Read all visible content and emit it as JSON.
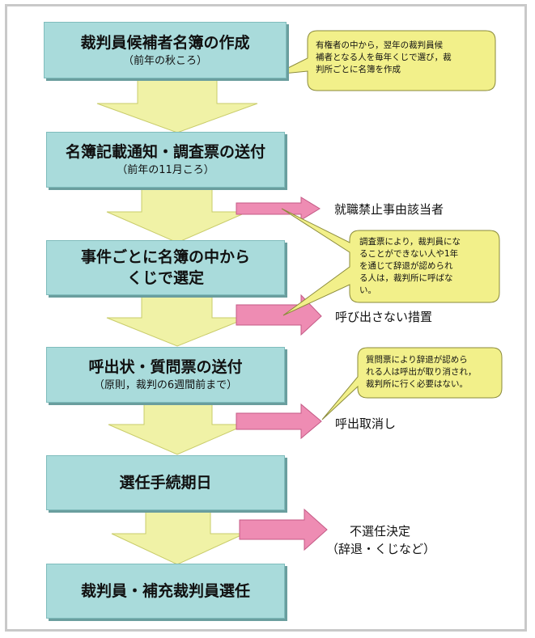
{
  "steps": [
    {
      "title": "裁判員候補者名簿の作成",
      "sub": "（前年の秋ころ）"
    },
    {
      "title": "名簿記載通知・調査票の送付",
      "sub": "（前年の11月ころ）"
    },
    {
      "title": "事件ごとに名簿の中から",
      "title2": "くじで選定"
    },
    {
      "title": "呼出状・質問票の送付",
      "sub": "（原則，裁判の6週間前まで）"
    },
    {
      "title": "選任手続期日"
    },
    {
      "title": "裁判員・補充裁判員選任"
    }
  ],
  "notes": {
    "note1": [
      "有権者の中から，翌年の裁判員候",
      "補者となる人を毎年くじで選び，裁",
      "判所ごとに名簿を作成"
    ],
    "note2": [
      "調査票により，裁判員にな",
      "ることができない人や1年",
      "を通じて辞退が認められ",
      "る人は，裁判所に呼ばな",
      "い。"
    ],
    "note3": [
      "質問票により辞退が認めら",
      "れる人は呼出が取り消され，",
      "裁判所に行く必要はない。"
    ]
  },
  "outcomes": {
    "o1": "就職禁止事由該当者",
    "o2": "呼び出さない措置",
    "o3": "呼出取消し",
    "o4a": "不選任決定",
    "o4b": "（辞退・くじなど）"
  },
  "colors": {
    "box": "#a9dbdb",
    "down_arrow": "#f0f2a6",
    "side_arrow": "#ee8cb3",
    "callout": "#f2f08a"
  }
}
